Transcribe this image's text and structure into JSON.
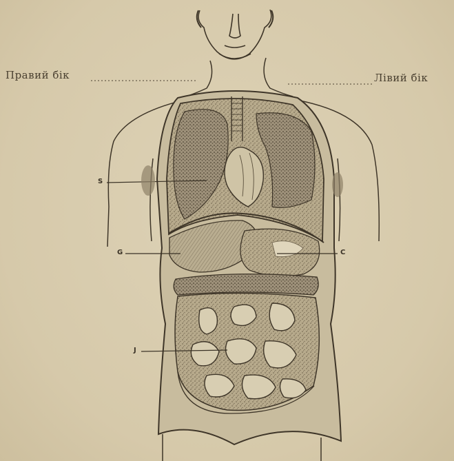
{
  "labels": {
    "right_side": "Правий бік",
    "left_side": "Лівий бік"
  },
  "callouts": {
    "lung_right": "S",
    "liver": "G",
    "stomach": "C",
    "intestines": "J"
  }
}
